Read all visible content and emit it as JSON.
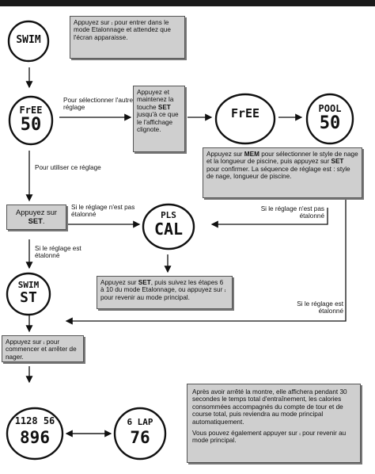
{
  "watch_screens": {
    "swim1": [
      "SWIM"
    ],
    "free50": [
      "FrEE",
      "50"
    ],
    "free": [
      "FrEE"
    ],
    "pool50": [
      "POOL",
      "50"
    ],
    "cal": [
      "PLS",
      "CAL"
    ],
    "swimst": [
      "SWIM",
      "ST"
    ],
    "time": [
      "1128 56",
      "896"
    ],
    "lap": [
      "6 LAP",
      "76"
    ]
  },
  "texts": {
    "t1": "Appuyez sur",
    "t1b": "pour entrer dans le mode Etalonnage et attendez que l'écran apparaisse.",
    "t2": "Pour sélectionner l'autre réglage",
    "t3a": "Appuyez et maintenez la touche",
    "t3b": "SET",
    "t3c": "jusqu'à ce que le l'affichage clignote.",
    "t4a": "Appuyez sur",
    "t4b": "MEM",
    "t4c": "pour sélectionner le style de nage et la longueur de piscine, puis appuyez sur",
    "t4d": "SET",
    "t4e": "pour confirmer. La séquence de réglage est : style de nage, longueur de piscine.",
    "t5": "Pour utiliser ce réglage",
    "t6a": "Appuyez sur",
    "t6b": "SET",
    "t6c": ".",
    "t7": "Si le réglage n'est pas étalonné",
    "t8": "Si le réglage n'est pas étalonné",
    "t9": "Si le réglage est étalonné",
    "t10a": "Appuyez sur",
    "t10b": "SET",
    "t10c": ", puis suivez les étapes 6 à 10 du mode Etalonnage, ou appuyez sur",
    "t10d": "pour revenir au mode principal.",
    "t11": "Si le réglage est étalonné",
    "t12a": "Appuyez sur",
    "t12b": "pour commencer et arrêter de nager.",
    "t13a": "Après avoir arrêté la montre, elle affichera pendant 30 secondes le temps total d'entraînement, les calories consommées accompagnés du compte de tour et de course total, puis reviendra au mode principal automatiquement.",
    "t13b": "Vous pouvez également appuyer sur",
    "t13c": "pour revenir au mode principal."
  }
}
